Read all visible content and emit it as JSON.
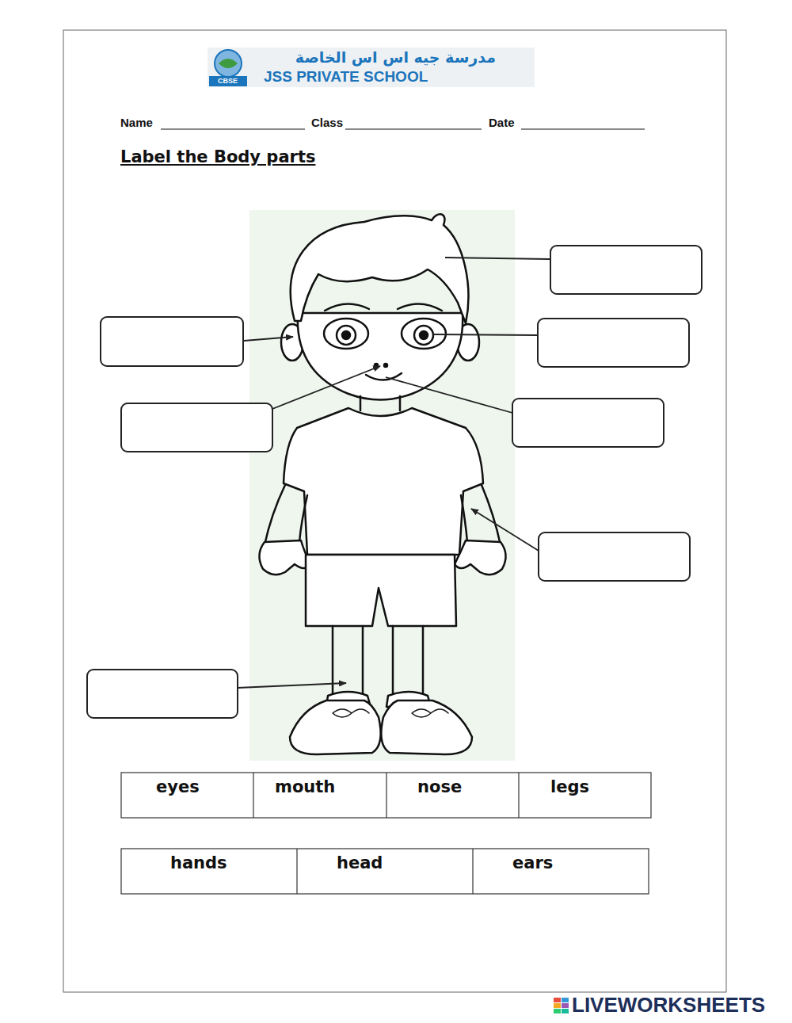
{
  "diagram": {
    "title": "Label the Body parts",
    "labels": [
      "مدرسة جيه اس اس الخاصة",
      "JSS PRIVATE SCHOOL",
      "CBSE",
      "Name",
      "Class",
      "Date",
      "eyes",
      "mouth",
      "nose",
      "legs",
      "hands",
      "head",
      "ears",
      "LIVEWORKSHEETS"
    ]
  }
}
